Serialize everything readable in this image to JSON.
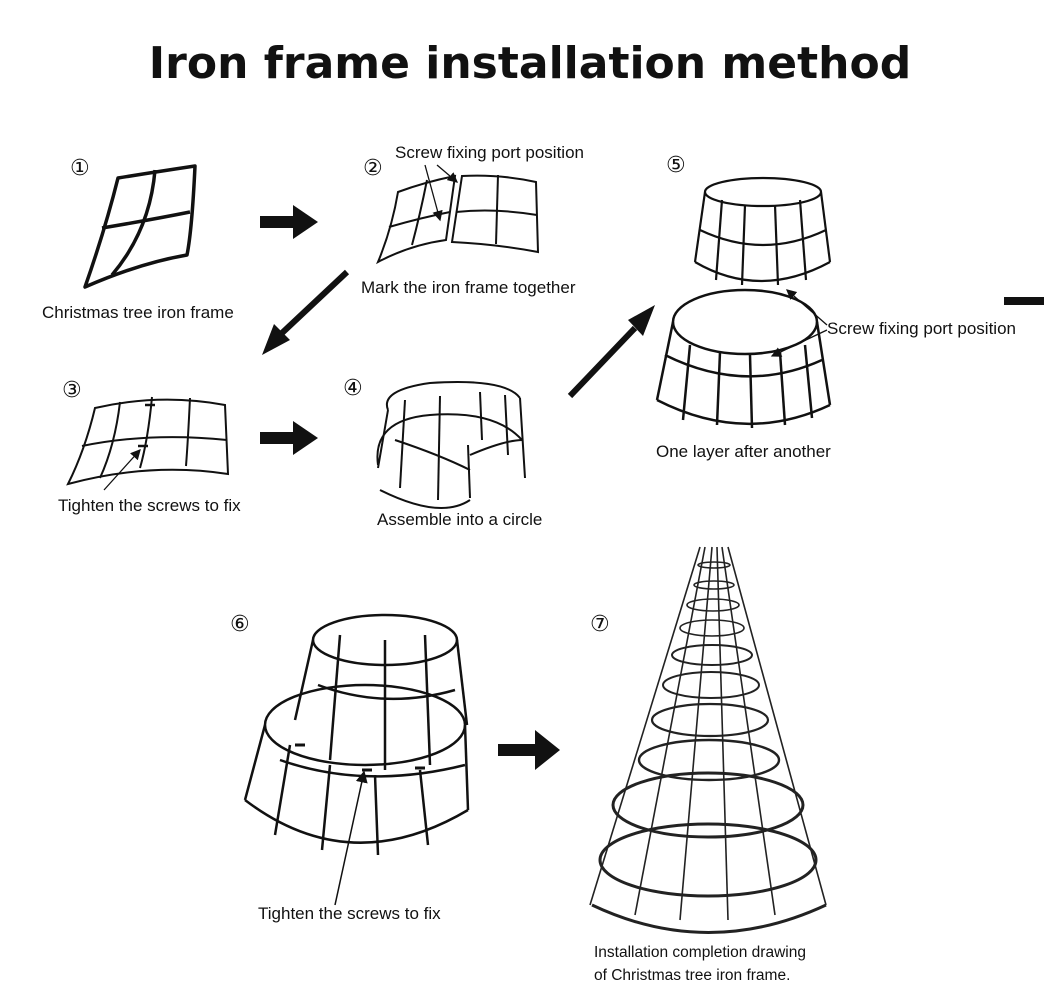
{
  "title": "Iron frame installation method",
  "steps": [
    {
      "num": "①",
      "label": "Christmas tree iron frame"
    },
    {
      "num": "②",
      "label": "Mark the iron frame together",
      "note": "Screw fixing port position"
    },
    {
      "num": "③",
      "label": "Tighten the screws to fix"
    },
    {
      "num": "④",
      "label": "Assemble into a circle"
    },
    {
      "num": "⑤",
      "label": "One layer after another",
      "note": "Screw fixing port position"
    },
    {
      "num": "⑥",
      "label": "Tighten the screws to fix"
    },
    {
      "num": "⑦",
      "label_line1": "Installation completion drawing",
      "label_line2": "of Christmas tree iron frame."
    }
  ],
  "colors": {
    "ink": "#111111",
    "background": "#ffffff"
  }
}
